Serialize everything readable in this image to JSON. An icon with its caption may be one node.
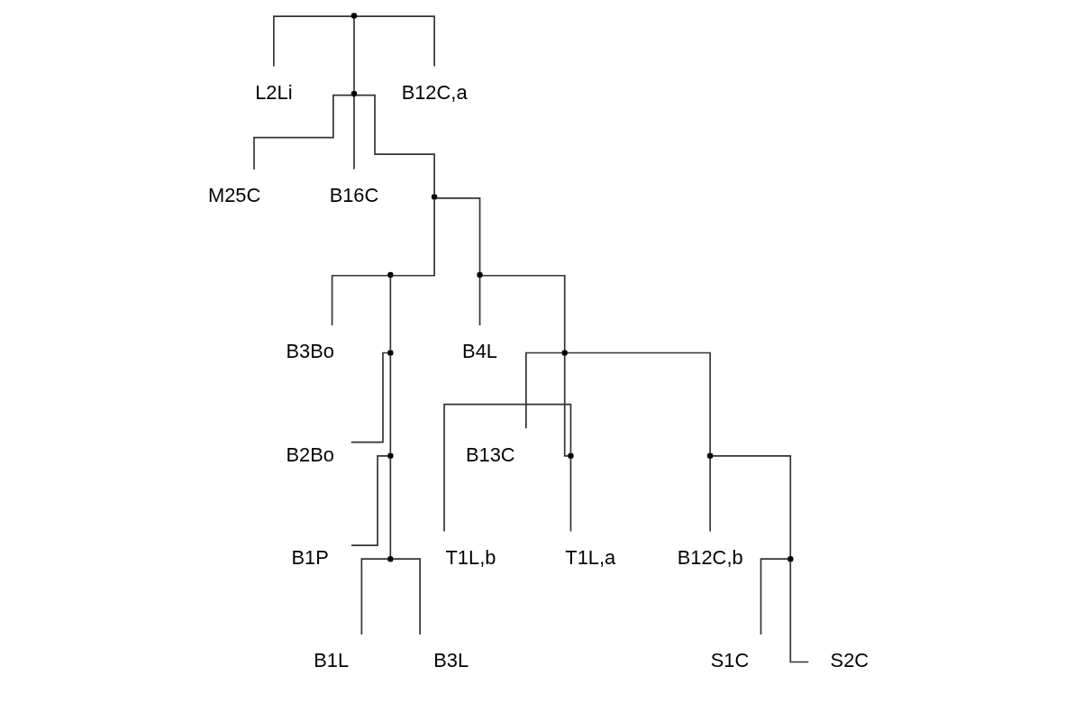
{
  "diagram": {
    "nodes": [
      {
        "text": [],
        "shape": "point"
      },
      {
        "text": [
          "L2Li"
        ]
      },
      {
        "text": [],
        "shape": "point"
      },
      {
        "text": [
          "B12C,a"
        ]
      },
      {
        "text": [
          "M25C"
        ]
      },
      {
        "text": [
          "B16C"
        ]
      },
      {
        "text": [],
        "shape": "point"
      },
      {
        "text": [],
        "shape": "point"
      },
      {
        "text": [],
        "shape": "point"
      },
      {
        "text": [
          "B4L"
        ]
      },
      {
        "text": [],
        "shape": "point"
      },
      {
        "text": [
          "B13C"
        ]
      },
      {
        "text": [],
        "shape": "point"
      },
      {
        "text": [],
        "shape": "point"
      },
      {
        "text": [
          "B12C,b"
        ]
      },
      {
        "text": [],
        "shape": "point"
      },
      {
        "text": [
          "B3Bo"
        ]
      },
      {
        "text": [],
        "shape": "point"
      },
      {
        "text": [
          "B2Bo"
        ]
      },
      {
        "text": [],
        "shape": "point"
      },
      {
        "text": [
          "T1L,b"
        ]
      },
      {
        "text": [
          "T1L,a"
        ]
      },
      {
        "text": [
          "S1C"
        ]
      },
      {
        "text": [
          "S2C"
        ]
      },
      {
        "text": [
          "B1P"
        ]
      },
      {
        "text": [],
        "shape": "point"
      },
      {
        "text": [
          "B1L"
        ]
      },
      {
        "text": [
          "B3L"
        ]
      }
    ],
    "edges": [
      {
        "from": 0,
        "to": 1,
        "arrow": "none"
      },
      {
        "from": 0,
        "to": 2,
        "arrow": "none"
      },
      {
        "from": 0,
        "to": 3,
        "arrow": "none"
      },
      {
        "from": 2,
        "to": 4,
        "arrow": "none"
      },
      {
        "from": 2,
        "to": 5,
        "arrow": "none"
      },
      {
        "from": 2,
        "to": 6,
        "arrow": "none"
      },
      {
        "from": 6,
        "to": 7,
        "arrow": "none"
      },
      {
        "from": 6,
        "to": 8,
        "arrow": "none"
      },
      {
        "from": 8,
        "to": 9,
        "arrow": "none"
      },
      {
        "from": 8,
        "to": 10,
        "arrow": "none"
      },
      {
        "from": 10,
        "to": 11,
        "arrow": "none"
      },
      {
        "from": 10,
        "to": 12,
        "arrow": "none"
      },
      {
        "from": 10,
        "to": 13,
        "arrow": "none"
      },
      {
        "from": 13,
        "to": 15,
        "arrow": "none"
      },
      {
        "from": 13,
        "to": 14,
        "arrow": "none"
      },
      {
        "from": 7,
        "to": 16,
        "arrow": "none"
      },
      {
        "from": 7,
        "to": 17,
        "arrow": "none"
      },
      {
        "from": 17,
        "to": 18,
        "arrow": "none"
      },
      {
        "from": 17,
        "to": 19,
        "arrow": "none"
      },
      {
        "from": 12,
        "to": 20,
        "arrow": "none"
      },
      {
        "from": 12,
        "to": 21,
        "arrow": "none"
      },
      {
        "from": 15,
        "to": 23,
        "arrow": "none"
      },
      {
        "from": 15,
        "to": 22,
        "arrow": "none"
      },
      {
        "from": 19,
        "to": 24,
        "arrow": "none"
      },
      {
        "from": 19,
        "to": 25,
        "arrow": "none"
      },
      {
        "from": 25,
        "to": 27,
        "arrow": "none"
      },
      {
        "from": 25,
        "to": 26,
        "arrow": "none"
      }
    ]
  }
}
